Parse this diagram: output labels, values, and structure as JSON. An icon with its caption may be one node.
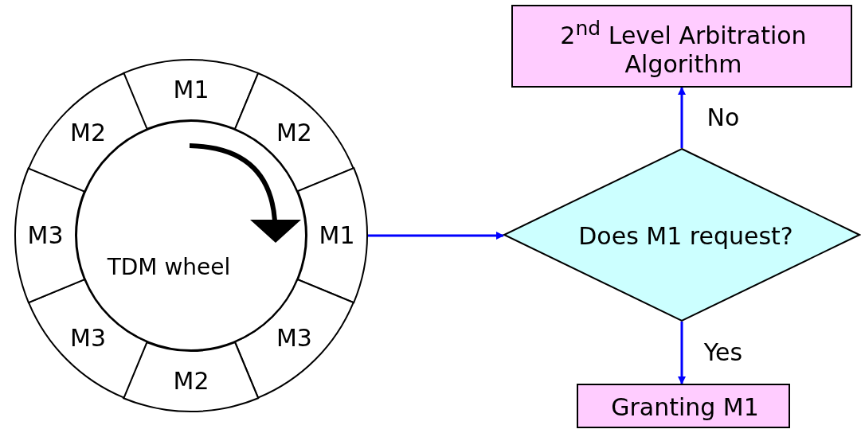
{
  "diagram": {
    "nodes": [
      {
        "text": [
          "TDM wheel"
        ]
      },
      {
        "text": [
          "M1"
        ]
      },
      {
        "text": [
          "M2"
        ]
      },
      {
        "text": [
          "M1"
        ]
      },
      {
        "text": [
          "M3"
        ]
      },
      {
        "text": [
          "M2"
        ]
      },
      {
        "text": [
          "M3"
        ]
      },
      {
        "text": [
          "M3"
        ]
      },
      {
        "text": [
          "M2"
        ]
      },
      {
        "text": [
          "Does M1 request?"
        ]
      },
      {
        "text": [
          "2$^{nd}$ Level Arbitration Algorithm"
        ]
      },
      {
        "text": [
          "Granting M1"
        ]
      }
    ],
    "edges": [
      {
        "from": 3,
        "to": 9,
        "arrow": "to"
      },
      {
        "from": 9,
        "to": 10,
        "arrow": "to",
        "label": "No"
      },
      {
        "from": 9,
        "to": 11,
        "arrow": "to",
        "label": "Yes"
      }
    ]
  }
}
